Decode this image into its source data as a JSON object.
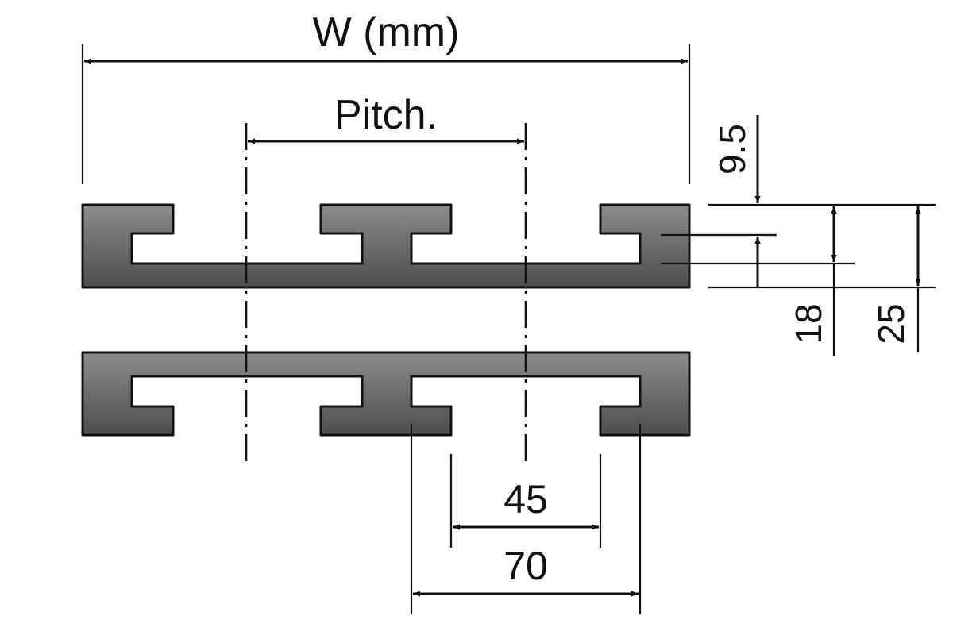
{
  "drawing": {
    "labels": {
      "width": "W (mm)",
      "pitch": "Pitch.",
      "slot_depth": "9.5",
      "inner_height": "18",
      "total_height": "25",
      "slot_opening": "45",
      "slot_width": "70"
    },
    "colors": {
      "profile_fill_light": "#8c8c8c",
      "profile_fill_dark": "#4d4d4d",
      "line": "#111111",
      "background": "#ffffff"
    }
  }
}
